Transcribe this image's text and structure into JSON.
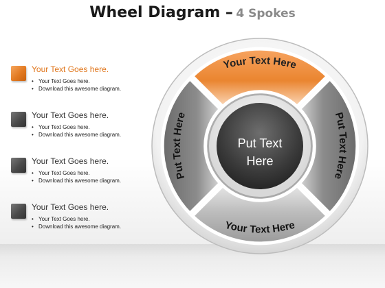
{
  "title": {
    "main": "Wheel Diagram –",
    "sub": "4 Spokes"
  },
  "items": [
    {
      "heading": "Your Text Goes here.",
      "bullets": [
        "Your Text Goes here.",
        "Download this awesome diagram."
      ],
      "color": "#e27a22"
    },
    {
      "heading": "Your Text Goes here.",
      "bullets": [
        "Your Text Goes here.",
        "Download this awesome diagram."
      ],
      "color": "#555555"
    },
    {
      "heading": "Your Text Goes here.",
      "bullets": [
        "Your Text Goes here.",
        "Download this awesome diagram."
      ],
      "color": "#555555"
    },
    {
      "heading": "Your Text Goes here.",
      "bullets": [
        "Your Text Goes here.",
        "Download this awesome diagram."
      ],
      "color": "#555555"
    }
  ],
  "wheel": {
    "center": {
      "line1": "Put Text",
      "line2": "Here"
    },
    "spokes": {
      "top": "Your Text Here",
      "right": "Put Text Here",
      "bottom": "Your Text Here",
      "left": "Put Text Here"
    },
    "colors": {
      "accent": "#e27a22",
      "dark": "#3c3c3c",
      "mid": "#8a8a8a"
    }
  }
}
